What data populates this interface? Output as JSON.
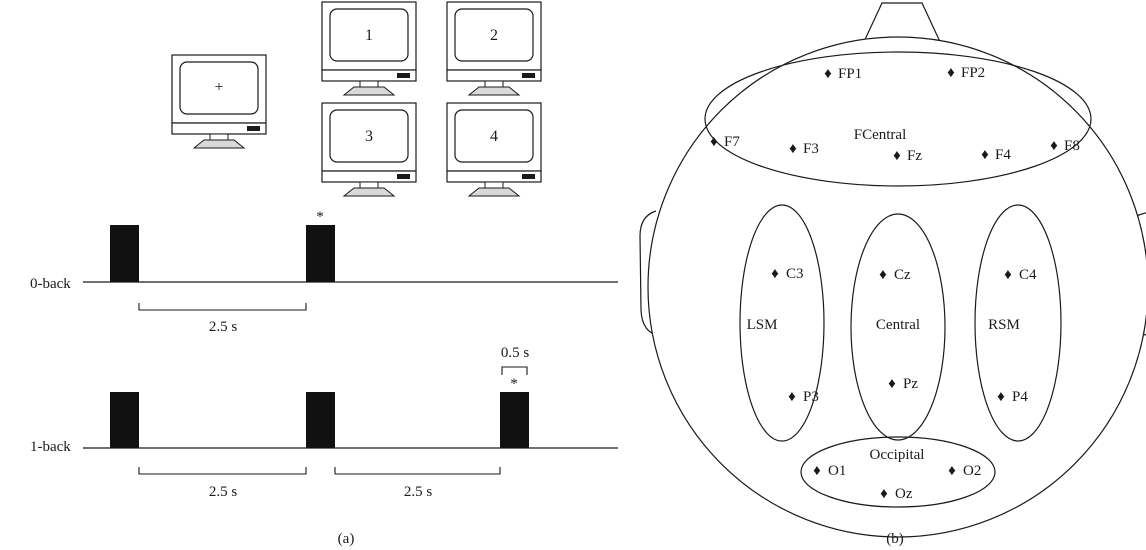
{
  "panel_a": {
    "monitors": [
      "+",
      "1",
      "2",
      "3",
      "4"
    ],
    "rows": [
      {
        "label": "0-back",
        "target_mark": "*",
        "intervals": [
          "2.5 s"
        ]
      },
      {
        "label": "1-back",
        "target_mark": "*",
        "intervals": [
          "2.5 s",
          "2.5 s"
        ],
        "stimulus_duration": "0.5 s"
      }
    ],
    "caption": "(a)"
  },
  "panel_b": {
    "regions": {
      "frontal": "FCentral",
      "left": "LSM",
      "central": "Central",
      "right": "RSM",
      "occipital": "Occipital"
    },
    "electrodes": {
      "FP1": "FP1",
      "FP2": "FP2",
      "F7": "F7",
      "F3": "F3",
      "Fz": "Fz",
      "F4": "F4",
      "F8": "F8",
      "C3": "C3",
      "P3": "P3",
      "Cz": "Cz",
      "Pz": "Pz",
      "C4": "C4",
      "P4": "P4",
      "O1": "O1",
      "Oz": "Oz",
      "O2": "O2"
    },
    "marker_symbol": "♦",
    "caption": "(b)"
  }
}
